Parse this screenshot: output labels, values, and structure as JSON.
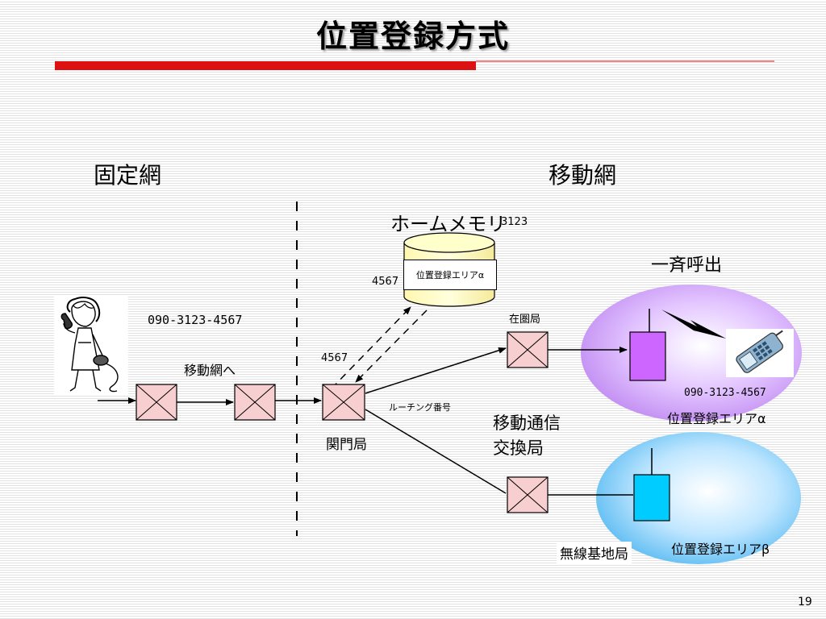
{
  "title": "位置登録方式",
  "labels": {
    "fixed_network": "固定網",
    "mobile_network": "移動網",
    "home_memory": "ホームメモリ",
    "home_memory_number": "3123",
    "area_alpha_record": "位置登録エリアα",
    "memory_number": "4567",
    "broadcast_call": "一斉呼出",
    "zaiken_station": "在圏局",
    "fixed_phone_number": "090-3123-4567",
    "to_mobile_network": "移動網へ",
    "gateway_number": "4567",
    "routing_number": "ルーチング番号",
    "gateway_station": "関門局",
    "msc_line1": "移動通信",
    "msc_line2": "交換局",
    "mobile_phone_number": "090-3123-4567",
    "area_alpha": "位置登録エリアα",
    "wireless_base_station": "無線基地局",
    "area_beta": "位置登録エリアβ"
  },
  "page_number": "19",
  "colors": {
    "switch_fill": "#f8cfd0",
    "area_alpha_fill": "#cc99ff",
    "area_beta_fill": "#66ccff",
    "base_station_alpha": "#cc66ff",
    "base_station_beta": "#00ccff",
    "memory_fill": "#ffffcc",
    "title_rule": "#dd1111"
  },
  "icons": {
    "person": "person-on-phone-icon",
    "mobile_phone": "mobile-phone-icon",
    "radio_wave": "lightning-bolt-icon"
  }
}
